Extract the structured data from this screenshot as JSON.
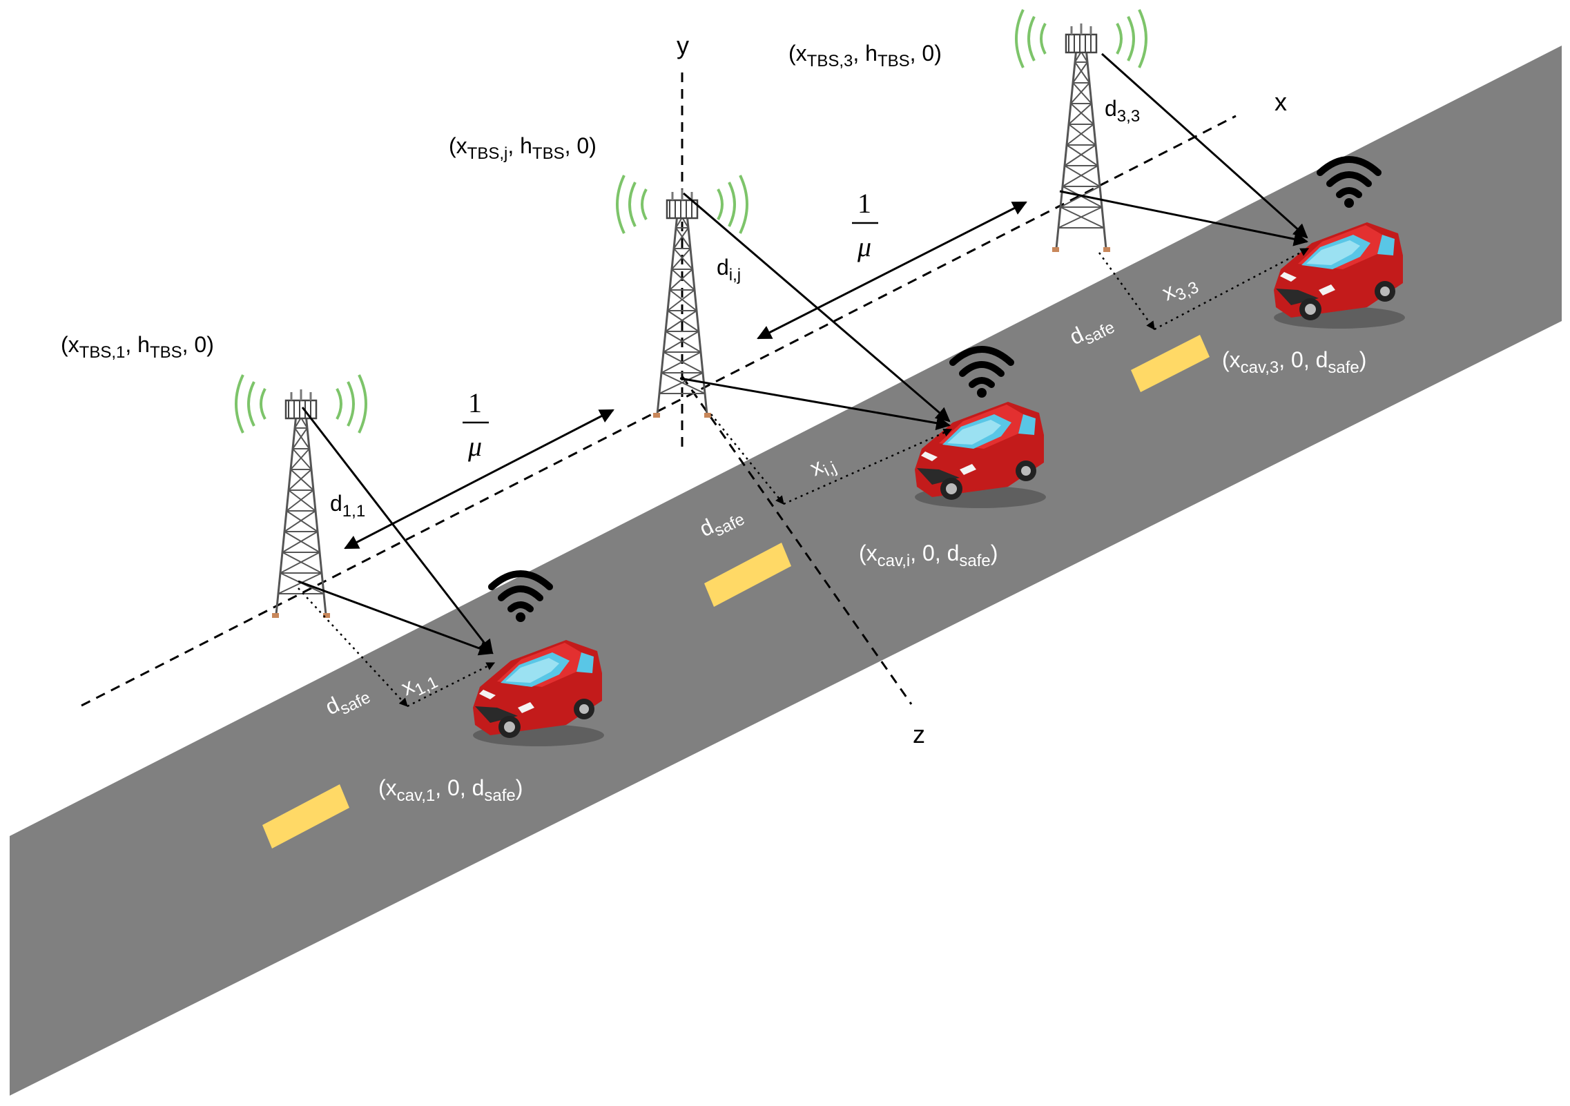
{
  "axes": {
    "x_label": "x",
    "y_label": "y",
    "z_label": "z"
  },
  "labels": {
    "tbs1": {
      "open": "(x",
      "sub": "TBS,1",
      "mid": ", h",
      "sub2": "TBS",
      "close": ", 0)"
    },
    "tbsj": {
      "open": "(x",
      "sub": "TBS,j",
      "mid": ", h",
      "sub2": "TBS",
      "close": ", 0)"
    },
    "tbs3": {
      "open": "(x",
      "sub": "TBS,3",
      "mid": ", h",
      "sub2": "TBS",
      "close": ", 0)"
    },
    "cav1": {
      "open": "(x",
      "sub": "cav,1",
      "mid": ", 0, d",
      "sub2": "safe",
      "close": ")"
    },
    "cavi": {
      "open": "(x",
      "sub": "cav,i",
      "mid": ", 0, d",
      "sub2": "safe",
      "close": ")"
    },
    "cav3": {
      "open": "(x",
      "sub": "cav,3",
      "mid": ", 0, d",
      "sub2": "safe",
      "close": ")"
    }
  },
  "distances": {
    "d11": {
      "base": "d",
      "sub": "1,1"
    },
    "dij": {
      "base": "d",
      "sub": "i,j"
    },
    "d33": {
      "base": "d",
      "sub": "3,3"
    }
  },
  "offsets": {
    "x11": {
      "base": "x",
      "sub": "1,1"
    },
    "xij": {
      "base": "x",
      "sub": "i,j"
    },
    "x33": {
      "base": "x",
      "sub": "3,3"
    },
    "dsafe": {
      "base": "d",
      "sub": "safe"
    }
  },
  "spacing": {
    "numerator": "1",
    "denominator": "μ"
  },
  "colors": {
    "road": "#808080",
    "lane_marking": "#ffd966",
    "car_body": "#d42020",
    "signal_arc": "#7dc46a",
    "tower": "#555555"
  }
}
